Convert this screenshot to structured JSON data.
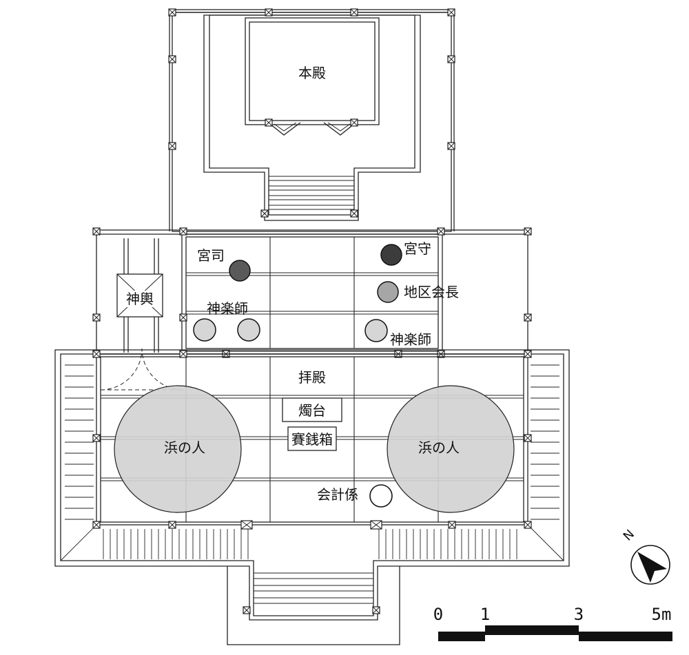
{
  "labels": {
    "honden": "本殿",
    "haiden": "拝殿",
    "mikoshi": "神輿",
    "shokudai": "燭台",
    "saisenbako": "賽銭箱"
  },
  "people": {
    "guji": "宮司",
    "miyamori": "宮守",
    "chiku_kaicho": "地区会長",
    "kaguraishi_left": "神楽師",
    "kaguraishi_right": "神楽師",
    "hama_left": "浜の人",
    "hama_right": "浜の人",
    "kaikei": "会計係"
  },
  "colors": {
    "dark": "#4a4a4a",
    "mid": "#a6a6a6",
    "light": "#d6d6d6",
    "crowd": "#d3d3d3",
    "line": "#222222"
  },
  "compass": {
    "north": "N"
  },
  "scale": {
    "ticks": [
      "0",
      "1",
      "3",
      "5m"
    ]
  }
}
